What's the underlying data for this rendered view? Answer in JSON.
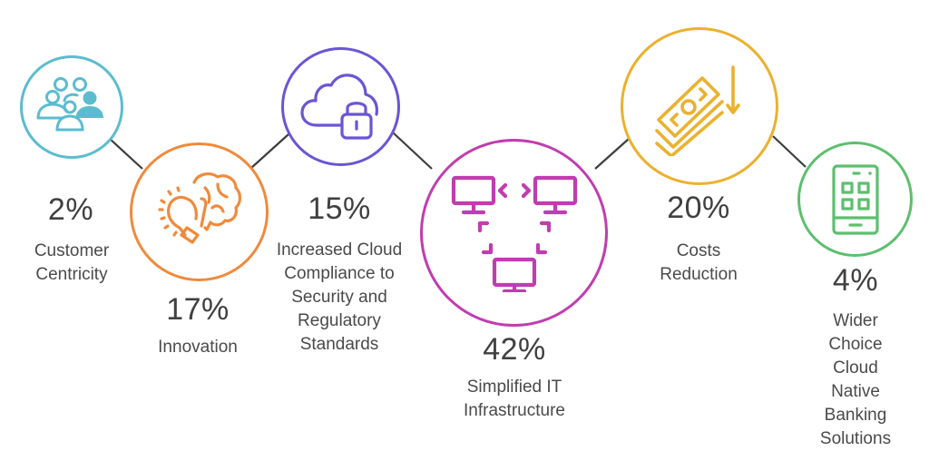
{
  "diagram": {
    "type": "connected-circle-infographic",
    "line_color": "#3d3d3d",
    "items": [
      {
        "id": "customer-centricity",
        "percent": "2%",
        "label": "Customer\nCentricity",
        "color": "#5bbccf",
        "icon": "people-group-icon"
      },
      {
        "id": "innovation",
        "percent": "17%",
        "label": "Innovation",
        "color": "#f08a3c",
        "icon": "brain-lightbulb-icon"
      },
      {
        "id": "cloud-compliance",
        "percent": "15%",
        "label": "Increased Cloud\nCompliance to\nSecurity and\nRegulatory\nStandards",
        "color": "#6b55d6",
        "icon": "cloud-lock-icon"
      },
      {
        "id": "simplified-it",
        "percent": "42%",
        "label": "Simplified IT\nInfrastructure",
        "color": "#c03db0",
        "icon": "network-computers-icon"
      },
      {
        "id": "costs-reduction",
        "percent": "20%",
        "label": "Costs\nReduction",
        "color": "#ebb12f",
        "icon": "money-down-icon"
      },
      {
        "id": "cloud-native-banking",
        "percent": "4%",
        "label": "Wider Choice\nCloud Native\nBanking\nSolutions",
        "color": "#5cbf6e",
        "icon": "mobile-app-icon"
      }
    ]
  },
  "chart_data": {
    "type": "pie",
    "title": "",
    "categories": [
      "Customer Centricity",
      "Innovation",
      "Increased Cloud Compliance to Security and Regulatory Standards",
      "Simplified IT Infrastructure",
      "Costs Reduction",
      "Wider Choice Cloud Native Banking Solutions"
    ],
    "values": [
      2,
      17,
      15,
      42,
      20,
      4
    ],
    "unit": "%"
  }
}
